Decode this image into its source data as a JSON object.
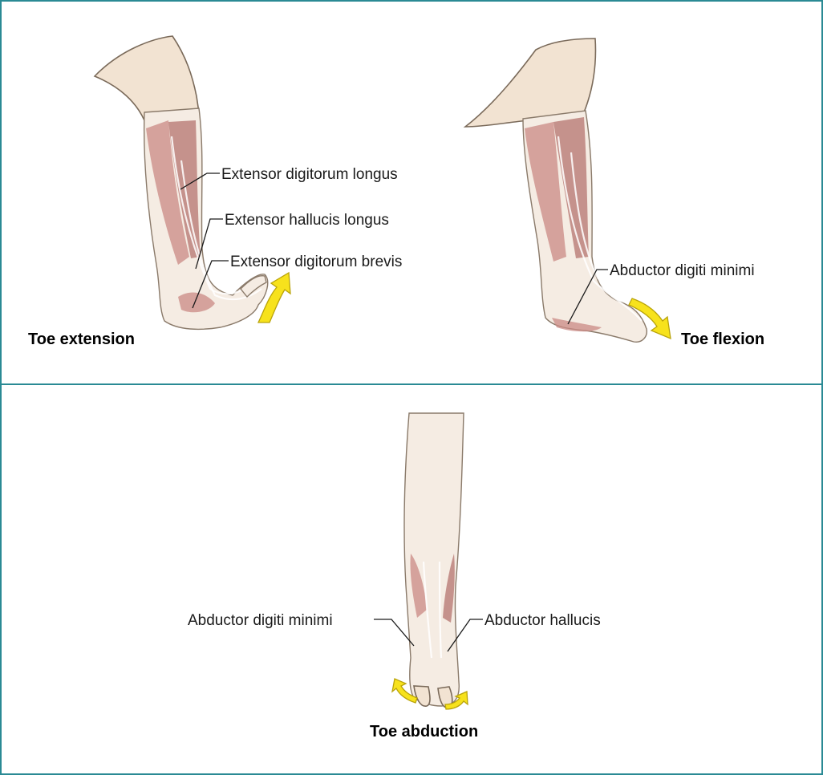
{
  "colors": {
    "frame": "#2a8a94",
    "arrow": "#f7e21c",
    "muscle": "#c98a84",
    "skin": "#f2e3d2"
  },
  "panels": {
    "extension": {
      "caption": "Toe extension",
      "labels": {
        "edl": "Extensor digitorum longus",
        "ehl": "Extensor hallucis longus",
        "edb": "Extensor digitorum brevis"
      },
      "arrow_icon": "curved-arrow-up"
    },
    "flexion": {
      "caption": "Toe flexion",
      "labels": {
        "adm": "Abductor digiti minimi"
      },
      "arrow_icon": "curved-arrow-down"
    },
    "abduction": {
      "caption": "Toe abduction",
      "labels": {
        "adm": "Abductor digiti minimi",
        "ah": "Abductor hallucis"
      },
      "arrow_icon": "curved-arrows-outward"
    }
  }
}
